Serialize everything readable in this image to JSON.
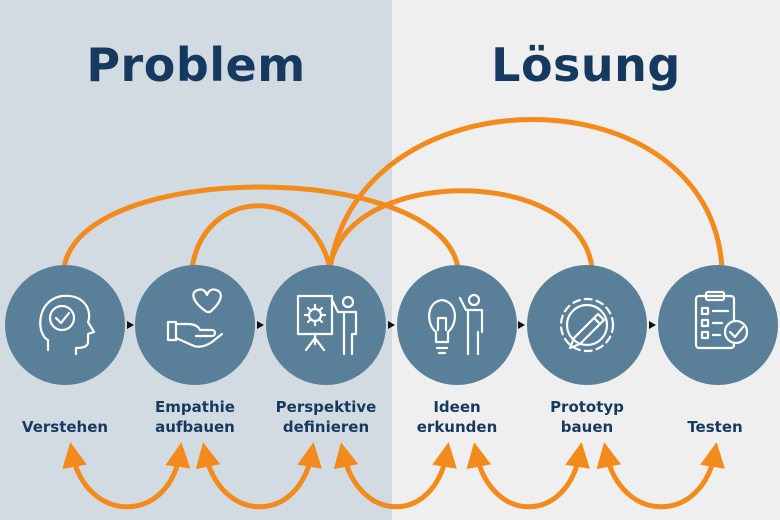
{
  "titles": {
    "left": "Problem",
    "right": "Lösung"
  },
  "colors": {
    "circle": "#5a7f99",
    "arc": "#f28a1c",
    "title": "#163a5f",
    "bg_left": "#d3dbe2",
    "bg_right": "#efefef"
  },
  "steps": [
    {
      "lines": [
        "Verstehen"
      ],
      "icon": "head-check-icon"
    },
    {
      "lines": [
        "Empathie",
        "aufbauen"
      ],
      "icon": "hand-heart-icon"
    },
    {
      "lines": [
        "Perspektive",
        "definieren"
      ],
      "icon": "presenter-board-icon"
    },
    {
      "lines": [
        "Ideen",
        "erkunden"
      ],
      "icon": "lightbulb-person-icon"
    },
    {
      "lines": [
        "Prototyp",
        "bauen"
      ],
      "icon": "gear-pencil-icon"
    },
    {
      "lines": [
        "Testen"
      ],
      "icon": "checklist-icon"
    }
  ]
}
